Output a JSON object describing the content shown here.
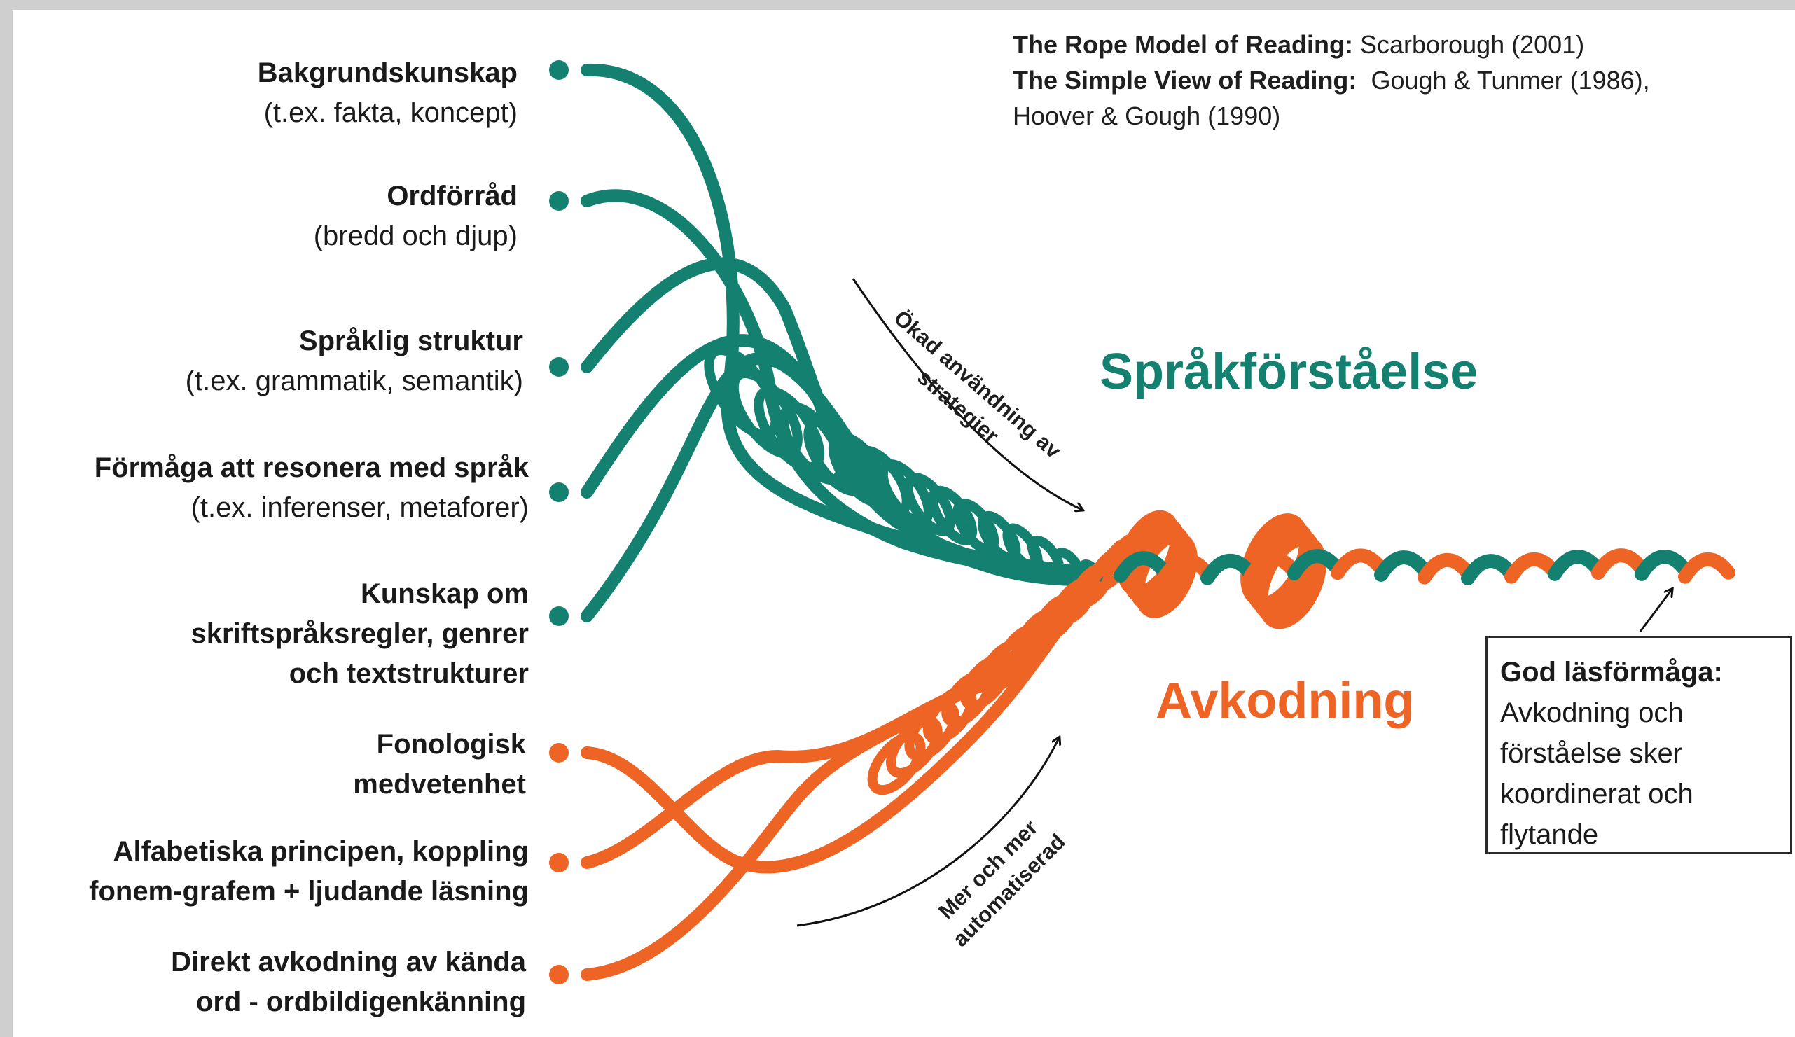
{
  "references": {
    "rope_label": "The Rope Model of Reading:",
    "rope_source": "Scarborough (2001)",
    "svr_label": "The Simple View of Reading:",
    "svr_source": "Gough & Tunmer (1986),",
    "svr_source_2": "Hoover & Gough (1990)"
  },
  "strands": {
    "comprehension": [
      {
        "title": "Bakgrundskunskap",
        "subtitle": "(t.ex. fakta, koncept)"
      },
      {
        "title": "Ordförråd",
        "subtitle": "(bredd och djup)"
      },
      {
        "title": "Språklig struktur",
        "subtitle": "(t.ex. grammatik, semantik)"
      },
      {
        "title": "Förmåga att resonera med språk",
        "subtitle": "(t.ex. inferenser, metaforer)"
      },
      {
        "title_lines": [
          "Kunskap om",
          "skriftspråksregler, genrer",
          "och textstrukturer"
        ]
      }
    ],
    "decoding": [
      {
        "title_lines": [
          "Fonologisk",
          "medvetenhet"
        ]
      },
      {
        "title_lines": [
          "Alfabetiska principen, koppling",
          "fonem-grafem + ljudande läsning"
        ]
      },
      {
        "title_lines": [
          "Direkt avkodning av kända",
          "ord - ordbildigenkänning"
        ]
      }
    ]
  },
  "headings": {
    "comprehension": "Språkförståelse",
    "decoding": "Avkodning"
  },
  "annotations": {
    "strategies": [
      "Ökad användning av",
      "strategier"
    ],
    "automatic": [
      "Mer och mer",
      "automatiserad"
    ]
  },
  "result": {
    "title": "God läsförmåga:",
    "lines": [
      "Avkodning och",
      "förståelse sker",
      "koordinerat och",
      "flytande"
    ]
  },
  "colors": {
    "comprehension": "#14806f",
    "decoding": "#ee6424",
    "text": "#1a1a1a"
  }
}
